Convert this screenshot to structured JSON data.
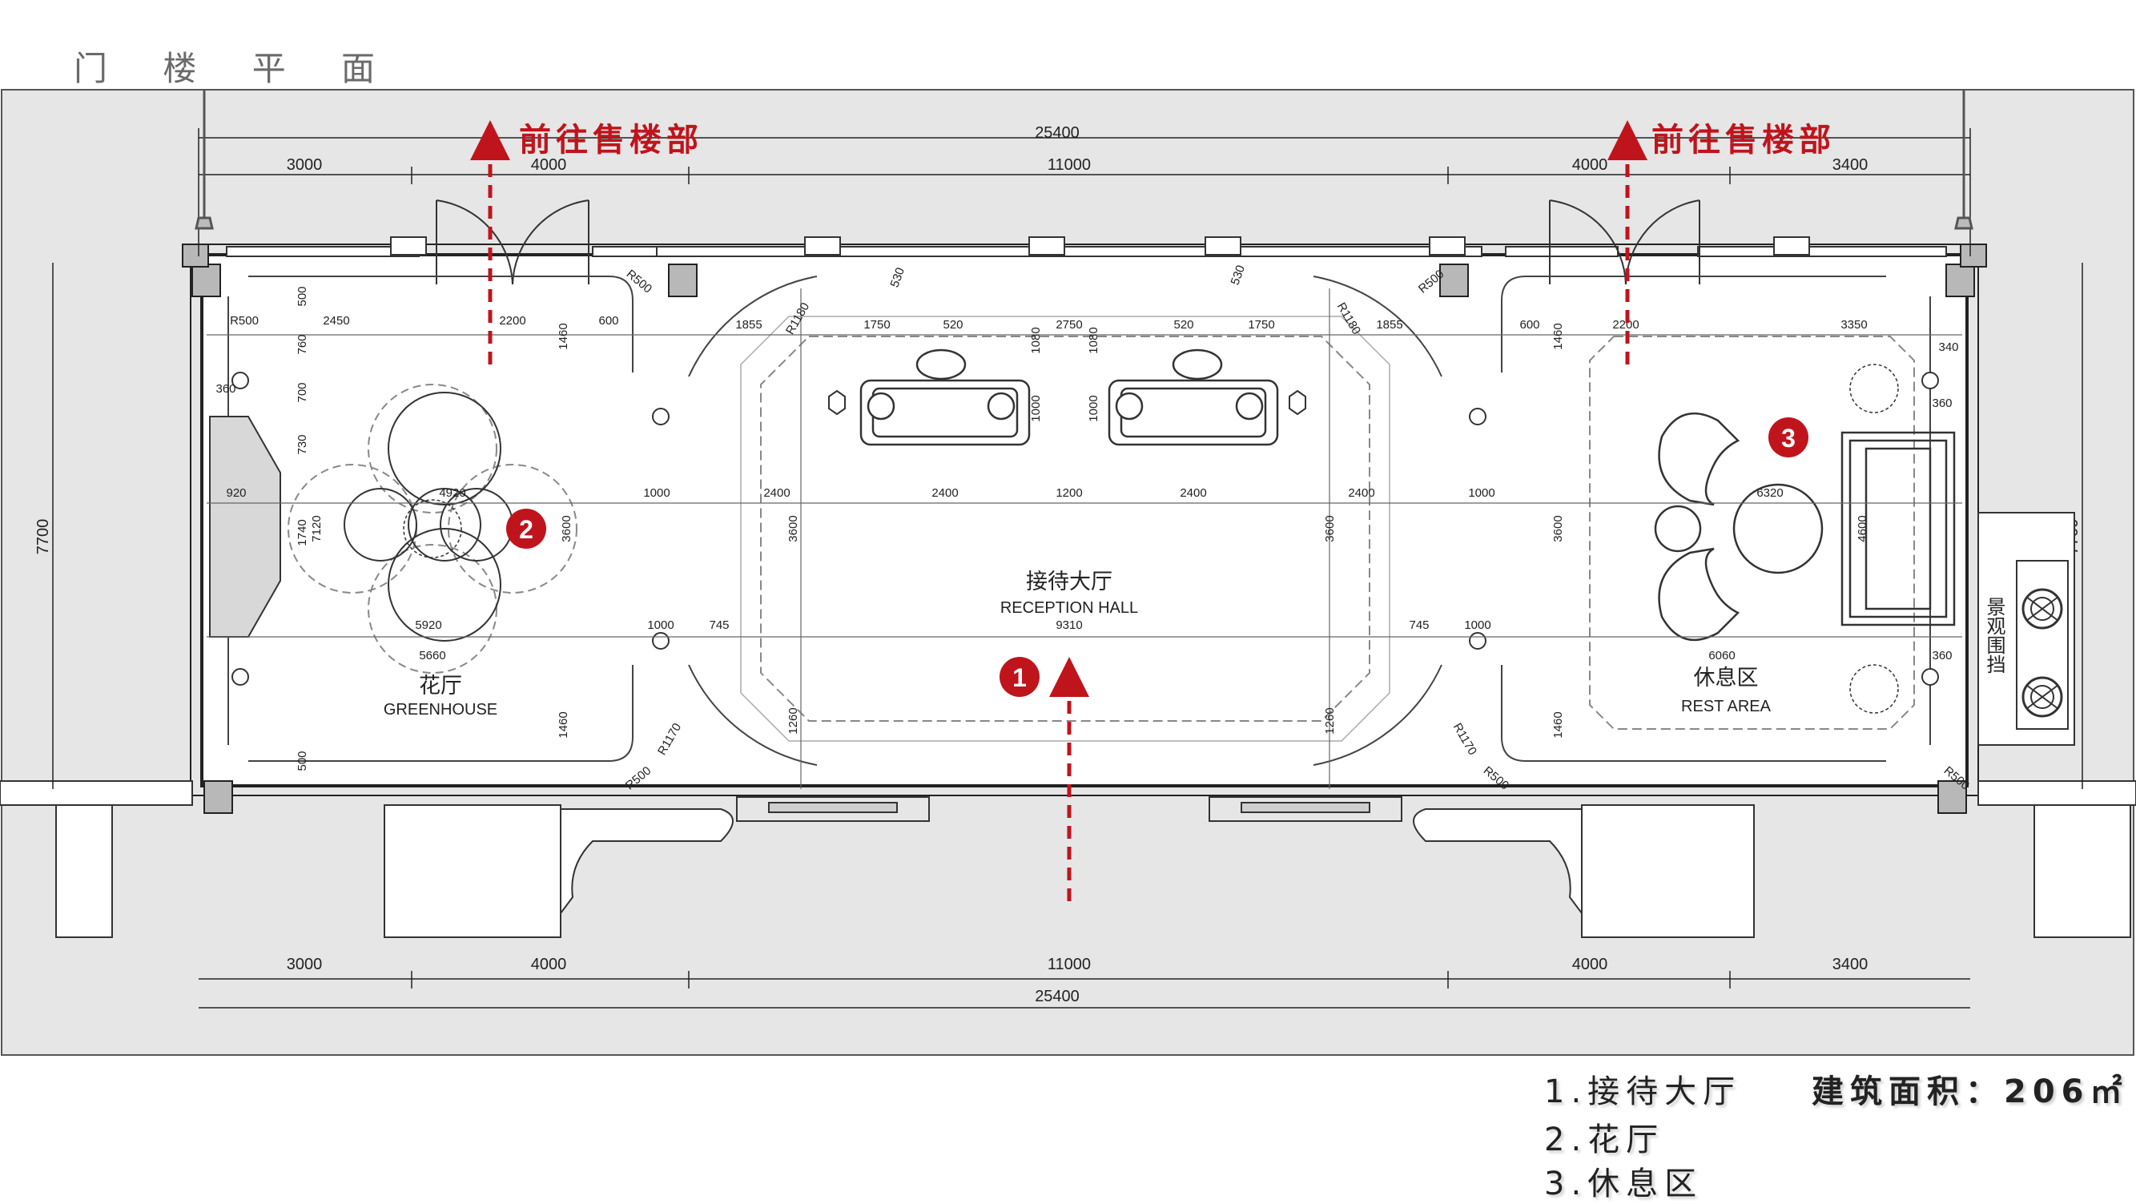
{
  "title": "门 楼 平 面",
  "directions": {
    "to_sales_left": "前往售楼部",
    "to_sales_right": "前往售楼部"
  },
  "dimensions": {
    "top_total": "25400",
    "top_segments": [
      "3000",
      "4000",
      "11000",
      "4000",
      "3400"
    ],
    "bottom_segments": [
      "3000",
      "4000",
      "11000",
      "4000",
      "3400"
    ],
    "bottom_total": "25400",
    "left_height": "7700",
    "right_height": "7700",
    "interior": [
      "2450",
      "2200",
      "600",
      "1855",
      "1750",
      "520",
      "2750",
      "520",
      "1750",
      "1855",
      "600",
      "2200",
      "3350",
      "1000",
      "2400",
      "2400",
      "1200",
      "2400",
      "2400",
      "1000",
      "920",
      "4920",
      "5920",
      "5660",
      "1000",
      "745",
      "9310",
      "745",
      "1000",
      "6320",
      "6060",
      "4600",
      "3600",
      "3600",
      "3600",
      "3600",
      "1460",
      "1460",
      "1460",
      "1460",
      "1260",
      "1260",
      "1000",
      "1000",
      "1080",
      "1080",
      "7120",
      "1740",
      "760",
      "700",
      "730",
      "500",
      "500",
      "360",
      "360",
      "360",
      "R1180",
      "R1180",
      "R1170",
      "R1170",
      "R500",
      "R500",
      "R500",
      "R500",
      "R500",
      "R500",
      "340",
      "530",
      "530"
    ]
  },
  "rooms": {
    "reception": {
      "cn": "接待大厅",
      "en": "RECEPTION HALL",
      "badge": "1"
    },
    "greenhouse": {
      "cn": "花厅",
      "en": "GREENHOUSE",
      "badge": "2"
    },
    "rest": {
      "cn": "休息区",
      "en": "REST AREA",
      "badge": "3"
    }
  },
  "screen_label": "景观围挡",
  "legend": {
    "item1": "1.接待大厅",
    "item2": "2.花厅",
    "item3": "3.休息区",
    "area": "建筑面积：206㎡"
  },
  "colors": {
    "accent_red": "#c0141c",
    "surround_gray": "#e6e6e6",
    "line": "#333333"
  }
}
